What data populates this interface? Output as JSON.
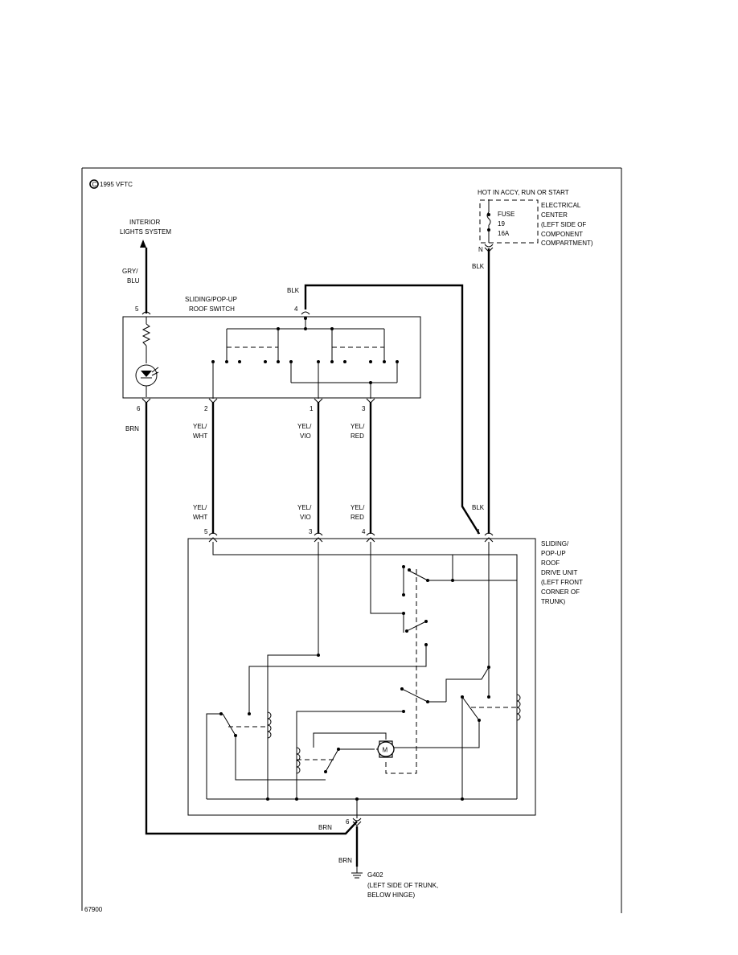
{
  "copyright": "1995 VFTC",
  "figure_id": "67900",
  "hot_label": "HOT IN ACCY, RUN OR START",
  "fuse": {
    "lines": [
      "FUSE",
      "19",
      "16A"
    ]
  },
  "electrical_center": {
    "lines": [
      "ELECTRICAL",
      "CENTER",
      "(LEFT SIDE OF",
      "COMPONENT",
      "COMPARTMENT)"
    ]
  },
  "interior_lights": {
    "lines": [
      "INTERIOR",
      "LIGHTS SYSTEM"
    ]
  },
  "roof_switch": {
    "lines": [
      "SLIDING/POP-UP",
      "ROOF SWITCH"
    ]
  },
  "drive_unit": {
    "lines": [
      "SLIDING/",
      "POP-UP",
      "ROOF",
      "DRIVE UNIT",
      "(LEFT FRONT",
      "CORNER OF",
      "TRUNK)"
    ]
  },
  "ground": {
    "id": "G402",
    "lines": [
      "(LEFT SIDE OF TRUNK,",
      "BELOW HINGE)"
    ]
  },
  "motor_label": "M",
  "wires": {
    "gry_blu": [
      "GRY/",
      "BLU"
    ],
    "blk_top": "BLK",
    "blk_fuse": "BLK",
    "blk_drive": "BLK",
    "brn_switch": "BRN",
    "brn_bottom": "BRN",
    "brn_ground": "BRN",
    "yel_wht_upper": [
      "YEL/",
      "WHT"
    ],
    "yel_vio_upper": [
      "YEL/",
      "VIO"
    ],
    "yel_red_upper": [
      "YEL/",
      "RED"
    ],
    "yel_wht_lower": [
      "YEL/",
      "WHT"
    ],
    "yel_vio_lower": [
      "YEL/",
      "VIO"
    ],
    "yel_red_lower": [
      "YEL/",
      "RED"
    ]
  },
  "pins": {
    "switch_5": "5",
    "switch_4": "4",
    "switch_6": "6",
    "switch_2": "2",
    "switch_1": "1",
    "switch_3": "3",
    "fuse_n": "N",
    "drive_5": "5",
    "drive_3": "3",
    "drive_4": "4",
    "drive_1": "1",
    "drive_6": "6"
  }
}
